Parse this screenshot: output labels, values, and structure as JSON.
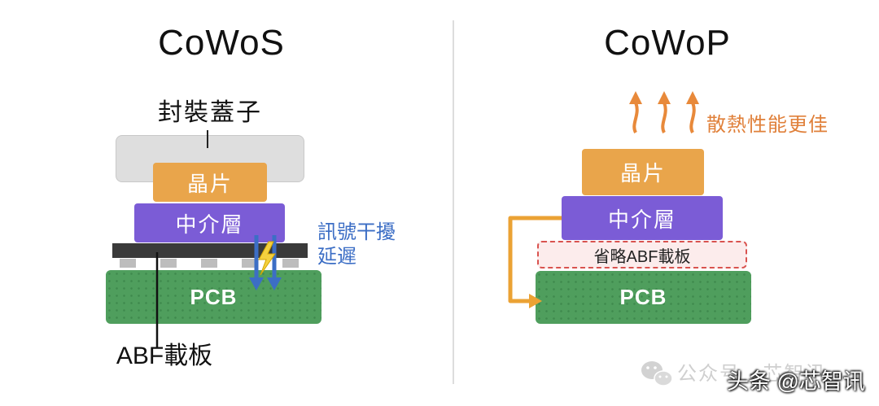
{
  "left": {
    "title": "CoWoS",
    "lid_label": "封裝蓋子",
    "chip_label": "晶片",
    "interposer_label": "中介層",
    "pcb_label": "PCB",
    "substrate_label": "ABF載板",
    "issue_lines": [
      "訊號干擾",
      "延遲"
    ]
  },
  "right": {
    "title": "CoWoP",
    "heat_label": "散熱性能更佳",
    "chip_label": "晶片",
    "interposer_label": "中介層",
    "omitted_label": "省略ABF載板",
    "pcb_label": "PCB"
  },
  "watermark": {
    "source": "公众号 · 芯智讯",
    "credit": "头条 @芯智讯"
  },
  "colors": {
    "chip": "#E9A54B",
    "interposer": "#7B5CD6",
    "pcb": "#4F9E5D",
    "lid": "#DEDEDE",
    "substrate": "#3A3A3A",
    "bump": "#BDBDBD",
    "issue_text": "#3C6EC5",
    "heat_text": "#E0803A",
    "connector_arrow": "#EBA234",
    "omitted_border": "#D9534F",
    "omitted_fill": "#FCECEC"
  },
  "icons": [
    "lightning-icon",
    "heat-arrow-icon",
    "wechat-icon"
  ]
}
